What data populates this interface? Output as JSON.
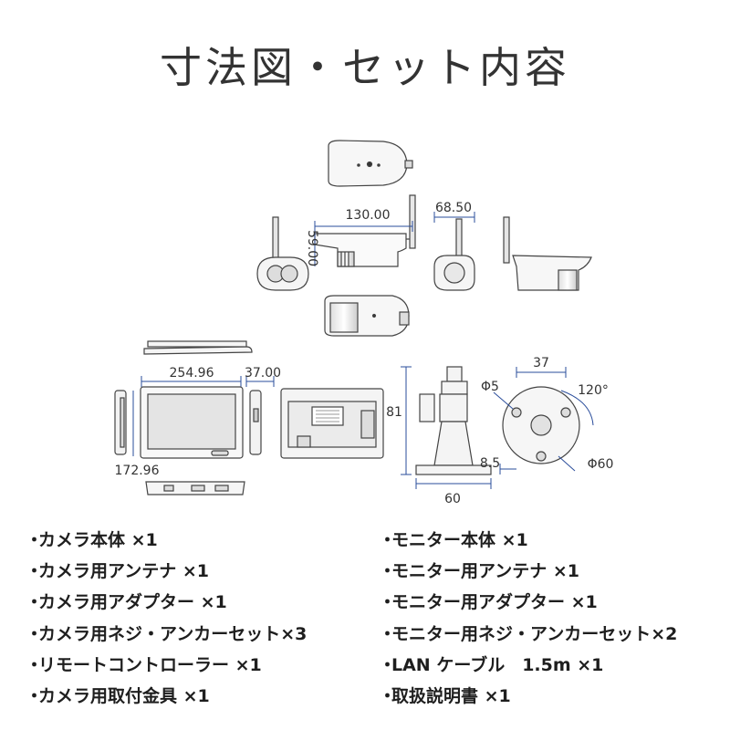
{
  "title": "寸法図・セット内容",
  "dimensions": {
    "camera_width": "130.00",
    "camera_height": "59.00",
    "camera_depth": "68.50",
    "monitor_width": "254.96",
    "monitor_depth": "37.00",
    "monitor_height": "172.96",
    "mount_height": "81",
    "mount_width": "60",
    "base_offset": "8.5",
    "hole_spacing": "37",
    "hole_diameter": "Φ5",
    "hole_angle": "120°",
    "base_diameter": "Φ60"
  },
  "contents_left": [
    "カメラ本体 ×1",
    "カメラ用アンテナ ×1",
    "カメラ用アダプター ×1",
    "カメラ用ネジ・アンカーセット×3",
    "リモートコントローラー ×1",
    "カメラ用取付金具 ×1"
  ],
  "contents_right": [
    "モニター本体 ×1",
    "モニター用アンテナ ×1",
    "モニター用アダプター ×1",
    "モニター用ネジ・アンカーセット×2",
    "LAN ケーブル　1.5m ×1",
    "取扱説明書 ×1"
  ],
  "bullet": "・"
}
